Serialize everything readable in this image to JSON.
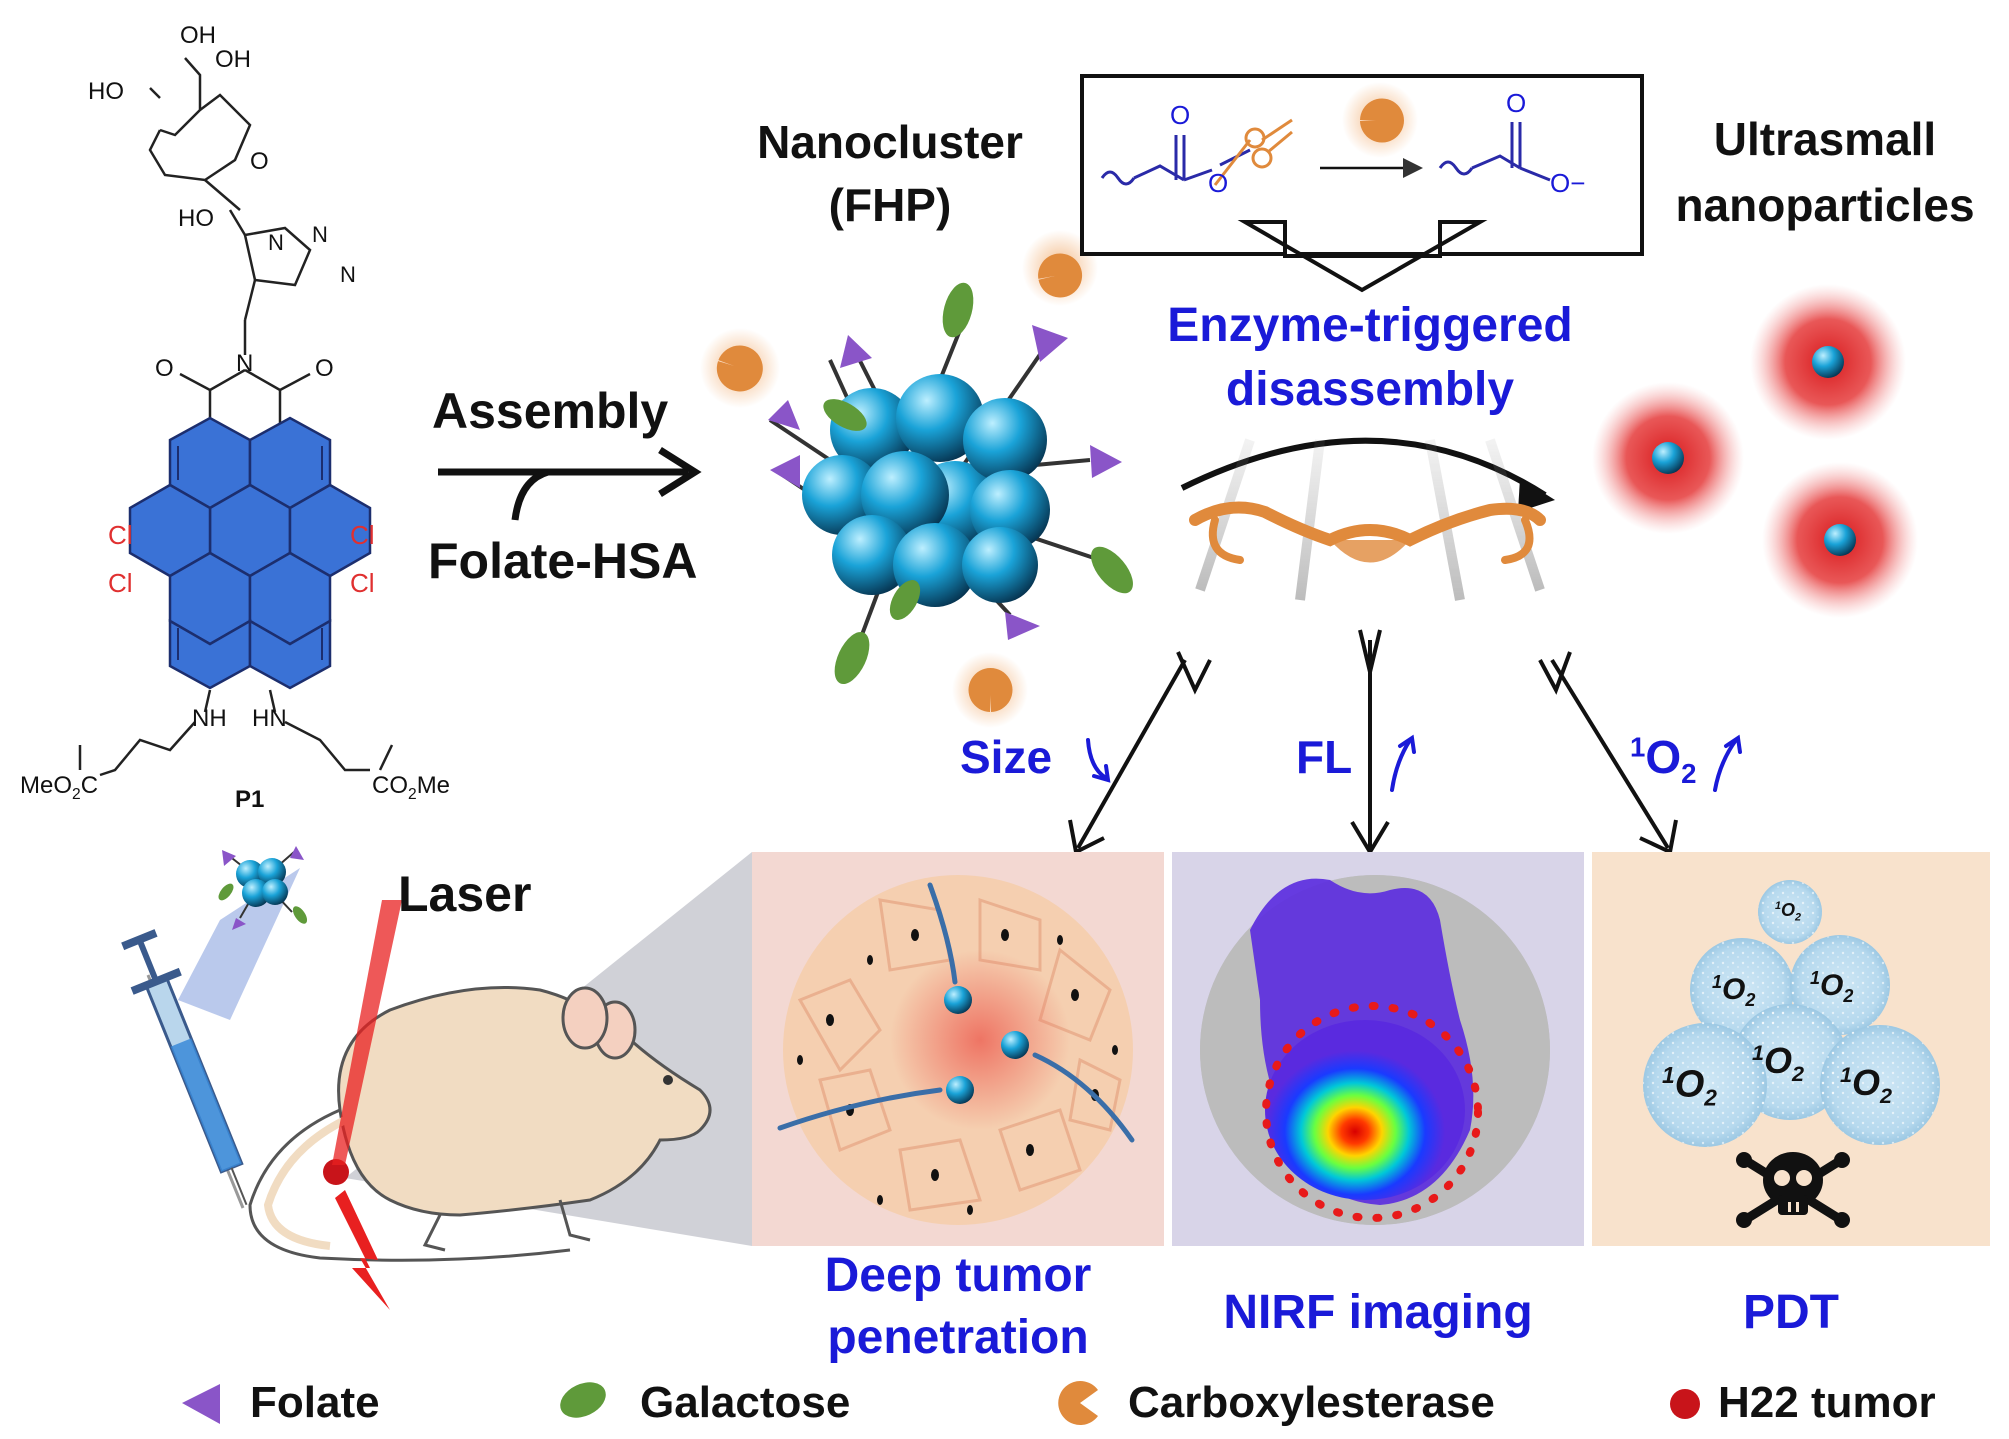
{
  "chem": {
    "oh1": "OH",
    "oh2": "OH",
    "ho1": "HO",
    "ho2": "HO",
    "o_ring": "O",
    "n1": "N",
    "n2": "N",
    "n3": "N",
    "o_imide1": "O",
    "n_imide": "N",
    "o_imide2": "O",
    "cl1": "Cl",
    "cl2": "Cl",
    "cl3": "Cl",
    "cl4": "Cl",
    "nh": "NH",
    "hn": "HN",
    "meo2c": "MeO2C",
    "co2me": "CO2Me",
    "compound": "P1"
  },
  "labels": {
    "assembly": "Assembly",
    "folate_hsa": "Folate-HSA",
    "nanocluster_1": "Nanocluster",
    "nanocluster_2": "(FHP)",
    "ultrasmall_1": "Ultrasmall",
    "ultrasmall_2": "nanoparticles",
    "enzyme_1": "Enzyme-triggered",
    "enzyme_2": "disassembly",
    "size": "Size",
    "fl": "FL",
    "singlet_o2": "1O2",
    "laser": "Laser",
    "deep_1": "Deep tumor",
    "deep_2": "penetration",
    "nirf": "NIRF imaging",
    "pdt": "PDT"
  },
  "reaction": {
    "o_ester_top": "O",
    "o_ester_side": "O",
    "o_acid_top": "O",
    "o_acid_side": "O−"
  },
  "pdt_bubbles": [
    "1O2",
    "1O2",
    "1O2",
    "1O2",
    "1O2",
    "1O2"
  ],
  "legend": [
    {
      "label": "Folate",
      "icon": "triangle-icon",
      "color": "#8a55c8"
    },
    {
      "label": "Galactose",
      "icon": "leaf-icon",
      "color": "#5f9a3a"
    },
    {
      "label": "Carboxylesterase",
      "icon": "pacman-icon",
      "color": "#e08a3c"
    },
    {
      "label": "H22 tumor",
      "icon": "dot-icon",
      "color": "#c8141a"
    }
  ],
  "colors": {
    "perylene": "#3a72d6",
    "chlorine": "#e03030",
    "accent_text": "#1a1ad8",
    "nanosphere": "#1aa3d8",
    "panel_tumor": "#f3d8d2",
    "panel_nirf": "#d8d4e8",
    "panel_pdt": "#f8e2cc"
  }
}
